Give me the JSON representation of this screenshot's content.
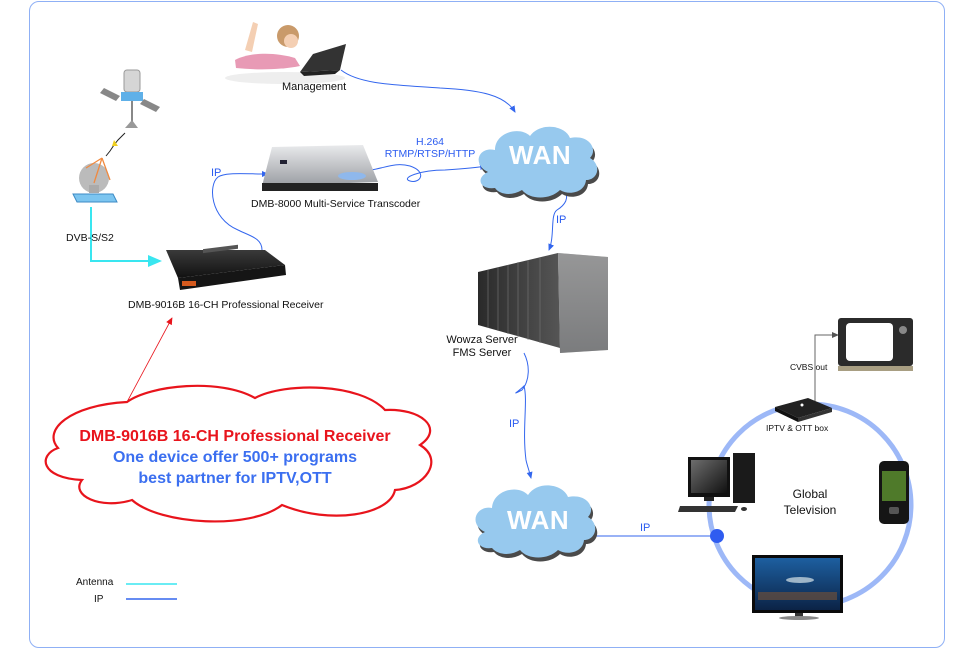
{
  "diagram": {
    "nodes": {
      "management": {
        "label": "Management",
        "icon": "girl-laptop-icon"
      },
      "satellite": {
        "label": "",
        "icon": "satellite-icon"
      },
      "dish": {
        "label": "DVB-S/S2",
        "icon": "satellite-dish-icon"
      },
      "receiver": {
        "label": "DMB-9016B 16-CH Professional Receiver",
        "icon": "rack-receiver-icon"
      },
      "transcoder": {
        "label": "DMB-8000 Multi-Service Transcoder",
        "icon": "rack-server-icon"
      },
      "wan_top": {
        "label": "WAN",
        "icon": "cloud-icon"
      },
      "servers": {
        "label_line1": "Wowza Server",
        "label_line2": "FMS Server",
        "icon": "server-racks-icon"
      },
      "wan_bottom": {
        "label": "WAN",
        "icon": "cloud-icon"
      },
      "settop_box": {
        "label": "IPTV & OTT box",
        "icon": "settop-box-icon"
      },
      "old_tv": {
        "label": "",
        "icon": "crt-tv-icon"
      },
      "desktop": {
        "label": "",
        "icon": "desktop-pc-icon"
      },
      "phone": {
        "label": "",
        "icon": "smartphone-icon"
      },
      "smart_tv": {
        "label": "",
        "icon": "flat-tv-icon"
      },
      "ring": {
        "label_line1": "Global",
        "label_line2": "Television"
      }
    },
    "edges": {
      "transcoder_wan": {
        "line1": "H.264",
        "line2": "RTMP/RTSP/HTTP"
      },
      "receiver_transcoder": "IP",
      "wan_servers": "IP",
      "servers_wan": "IP",
      "wan_ring": "IP",
      "box_tv": "CVBS out"
    },
    "callout": {
      "line1": "DMB-9016B 16-CH Professional Receiver",
      "line2": "One device offer 500+ programs",
      "line3": "best partner for IPTV,OTT"
    },
    "legend": [
      {
        "label": "Antenna",
        "color": "#39e6f0"
      },
      {
        "label": "IP",
        "color": "#3366ee"
      }
    ],
    "colors": {
      "ip_line": "#3366ee",
      "antenna_line": "#39e6f0",
      "callout_border": "#e8141c",
      "cloud_fill": "#97c9ee",
      "ring": "#9db8f7",
      "frame": "#8fb0f5"
    }
  }
}
